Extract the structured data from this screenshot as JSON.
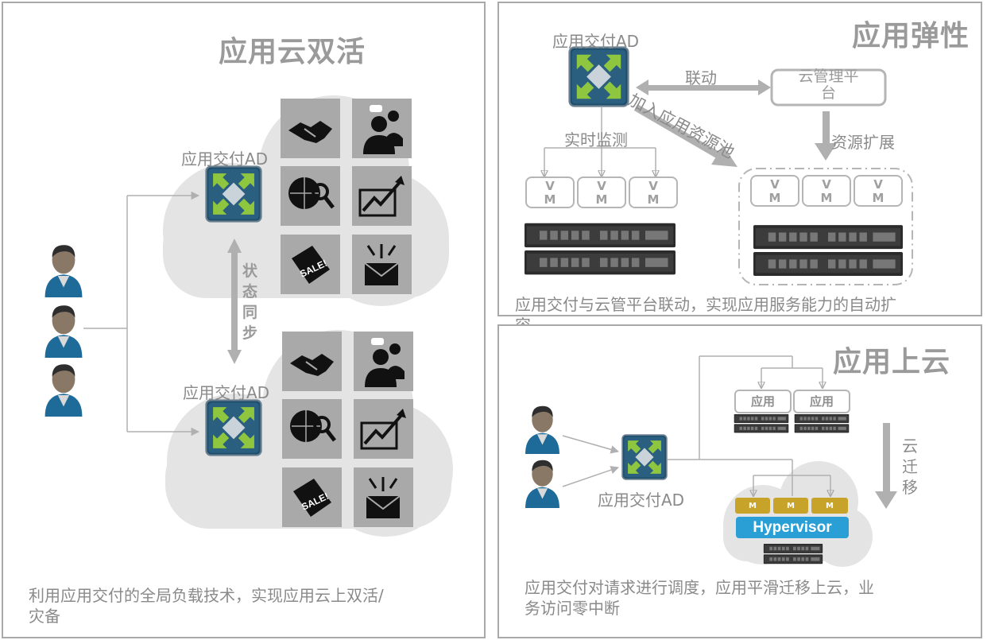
{
  "colors": {
    "border": "#a9a9a9",
    "text": "#8a8a8a",
    "cloud": "#e4e4e4",
    "ad_blue": "#1f4e6d",
    "ad_arrow": "#8ec63f",
    "person_shirt": "#1e6b9a",
    "hypervisor": "#2a9fd6",
    "vm_gold": "#c8a32a"
  },
  "left": {
    "title": "应用云双活",
    "ad_top": "应用交付AD",
    "ad_bottom": "应用交付AD",
    "sync_chars": [
      "状",
      "态",
      "同",
      "步"
    ],
    "caption_line1": "利用应用交付的全局负载技术，实现应用云上双活/",
    "caption_line2": "灾备",
    "icons": [
      "handshake-icon",
      "presenter-icon",
      "globe-search-icon",
      "growth-chart-icon",
      "sale-tag-icon",
      "mail-broadcast-icon"
    ]
  },
  "right_top": {
    "title": "应用弹性",
    "ad": "应用交付AD",
    "link": "联动",
    "cloud_mgmt_line1": "云管理平",
    "cloud_mgmt_line2": "台",
    "add_pool": "加入应用资源池",
    "monitor": "实时监测",
    "expand": "资源扩展",
    "vm_v": "V",
    "vm_m": "M",
    "caption_line1": "应用交付与云管平台联动，实现应用服务能力的自动扩",
    "caption_line2": "容"
  },
  "right_bottom": {
    "title": "应用上云",
    "app": "应用",
    "migrate_chars": [
      "云",
      "迁",
      "移"
    ],
    "hypervisor": "Hypervisor",
    "ad": "应用交付AD",
    "small_m": "M",
    "caption_line1": "应用交付对请求进行调度，应用平滑迁移上云，业",
    "caption_line2": "务访问零中断"
  }
}
